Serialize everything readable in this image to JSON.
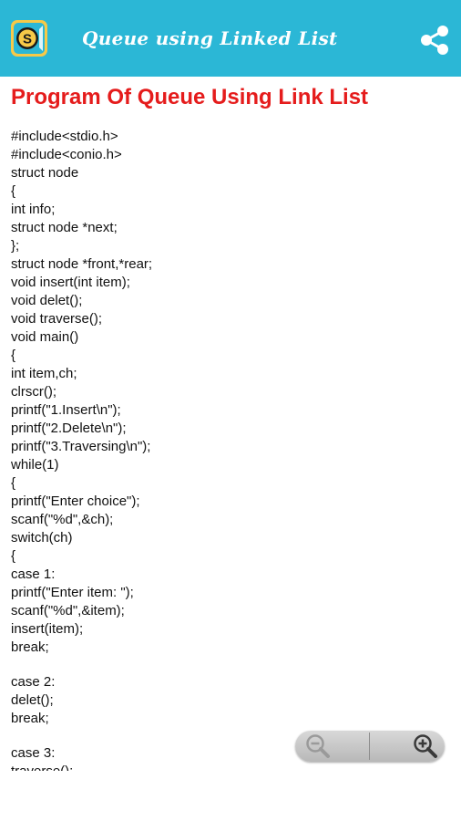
{
  "appbar": {
    "title": "Queue using Linked List",
    "logo_icon": "s-logo-icon",
    "share_icon": "share-icon",
    "color": "#2bb7d6"
  },
  "content": {
    "heading": "Program Of Queue Using Link List",
    "heading_color": "#e51c1c",
    "code_lines": [
      "#include<stdio.h>",
      "#include<conio.h>",
      "struct node",
      "{",
      "int info;",
      "struct node *next;",
      "};",
      "struct node *front,*rear;",
      "void insert(int item);",
      "void delet();",
      "void traverse();",
      "void main()",
      "{",
      "int item,ch;",
      "clrscr();",
      "printf(\"1.Insert\\n\");",
      "printf(\"2.Delete\\n\");",
      "printf(\"3.Traversing\\n\");",
      "while(1)",
      "{",
      "printf(\"Enter choice\");",
      "scanf(\"%d\",&ch);",
      "switch(ch)",
      "{",
      "case 1:",
      "printf(\"Enter item: \");",
      "scanf(\"%d\",&item);",
      "insert(item);",
      "break;",
      "",
      "case 2:",
      "delet();",
      "break;",
      "",
      "case 3:",
      "traverse();"
    ]
  },
  "zoom": {
    "zoom_out_icon": "zoom-out-icon",
    "zoom_in_icon": "zoom-in-icon",
    "zoom_out_enabled": false,
    "zoom_in_enabled": true
  }
}
